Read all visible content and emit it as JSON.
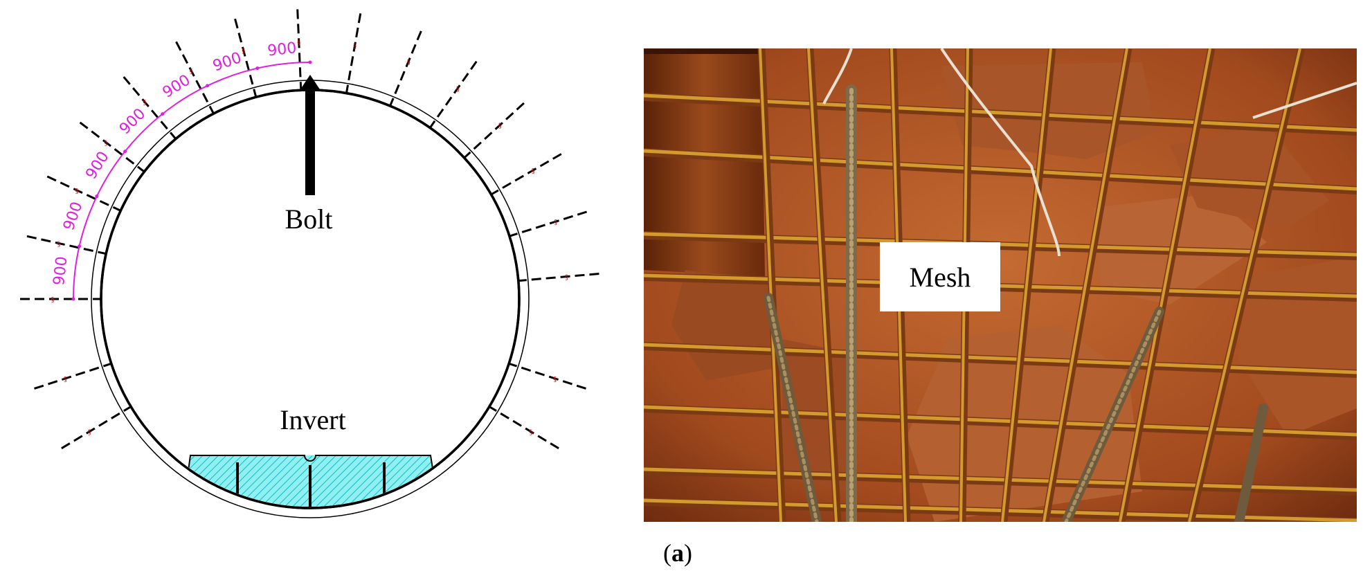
{
  "diagram": {
    "bolt_label": "Bolt",
    "invert_label": "Invert",
    "spacing_labels": [
      "900",
      "900",
      "900",
      "900",
      "900",
      "900",
      "900"
    ],
    "colors": {
      "lining": "#000000",
      "spacing": "#e020e0",
      "invert_fill": "#8ef0f0",
      "invert_hatch": "#17b8c8",
      "bolt_marker": "#d01010"
    }
  },
  "photo": {
    "mesh_label": "Mesh",
    "colors": {
      "background": "#b2582a",
      "rebar": "#d49a2e",
      "rust": "#7a3a14"
    }
  },
  "caption": {
    "open": "(",
    "letter": "a",
    "close": ")"
  }
}
